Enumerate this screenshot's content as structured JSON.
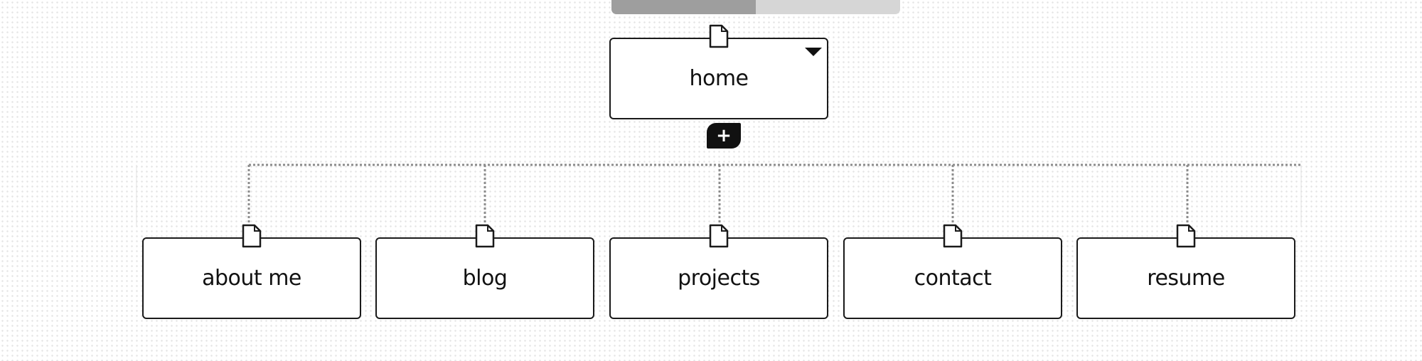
{
  "root": {
    "label": "home"
  },
  "children": [
    {
      "label": "about me"
    },
    {
      "label": "blog"
    },
    {
      "label": "projects"
    },
    {
      "label": "contact"
    },
    {
      "label": "resume"
    }
  ],
  "add_button": {
    "glyph": "+"
  },
  "icons": {
    "page": "page-icon",
    "dropdown": "caret-down-icon",
    "add": "plus-icon"
  },
  "colors": {
    "node_border": "#1a1a1a",
    "connector": "#8c8c8c",
    "tab_active": "#9e9e9e",
    "tab_inactive": "#d6d6d6",
    "add_button_bg": "#111111"
  }
}
